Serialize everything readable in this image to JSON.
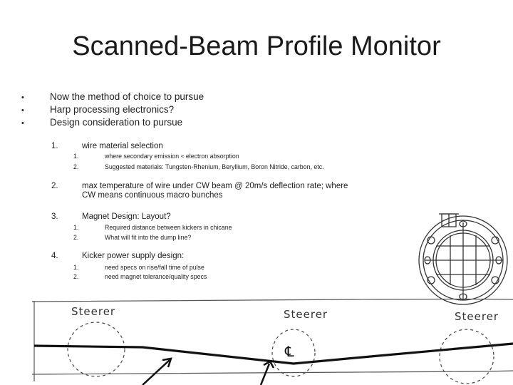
{
  "slide": {
    "title": "Scanned-Beam Profile Monitor",
    "bullets": [
      {
        "dot": "•",
        "text": "Now the method of choice to pursue"
      },
      {
        "dot": "•",
        "text": "Harp processing electronics?"
      },
      {
        "dot": "•",
        "text": "Design consideration to pursue"
      }
    ],
    "items": [
      {
        "num": "1.",
        "text": "wire material selection",
        "subs": [
          {
            "num": "1.",
            "text": "where secondary emission ≈ electron absorption"
          },
          {
            "num": "2.",
            "text": "Suggested materials: Tungsten-Rhenium, Beryllium, Boron Nitride, carbon, etc."
          }
        ]
      },
      {
        "num": "2.",
        "text": "max temperature of wire under CW beam @ 20m/s deflection rate; where",
        "text2": "CW means continuous macro bunches",
        "subs": []
      },
      {
        "num": "3.",
        "text": "Magnet Design: Layout?",
        "subs": [
          {
            "num": "1.",
            "text": "Required distance between kickers in chicane"
          },
          {
            "num": "2.",
            "text": "What will fit into the dump line?"
          }
        ]
      },
      {
        "num": "4.",
        "text": "Kicker power supply design:",
        "subs": [
          {
            "num": "1.",
            "text": "need specs on rise/fall time of pulse"
          },
          {
            "num": "2.",
            "text": "need magnet tolerance/quality specs"
          }
        ]
      }
    ],
    "sketch": {
      "steerer_labels": [
        "Steerer",
        "Steerer",
        "Steerer"
      ],
      "centerline_symbol": "℄"
    }
  }
}
